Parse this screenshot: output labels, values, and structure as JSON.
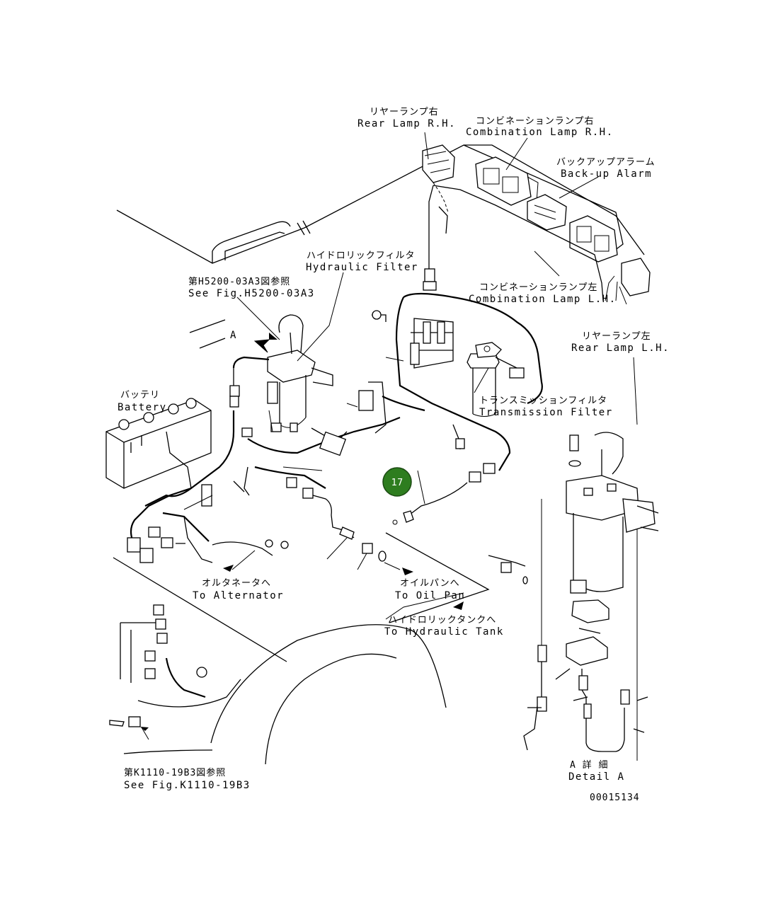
{
  "labels": {
    "rear_lamp_rh_jp": "リヤーランプ右",
    "rear_lamp_rh_en": "Rear Lamp R.H.",
    "combination_lamp_rh_jp": "コンビネーションランプ右",
    "combination_lamp_rh_en": "Combination Lamp R.H.",
    "backup_alarm_jp": "バックアップアラーム",
    "backup_alarm_en": "Back-up Alarm",
    "hydraulic_filter_jp": "ハイドロリックフィルタ",
    "hydraulic_filter_en": "Hydraulic Filter",
    "see_fig_h5200_jp": "第H5200-03A3図参照",
    "see_fig_h5200_en": "See Fig.H5200-03A3",
    "combination_lamp_lh_jp": "コンビネーションランプ左",
    "combination_lamp_lh_en": "Combination Lamp L.H.",
    "rear_lamp_lh_jp": "リヤーランプ左",
    "rear_lamp_lh_en": "Rear Lamp L.H.",
    "view_a": "A",
    "battery_jp": "バッテリ",
    "battery_en": "Battery",
    "transmission_filter_jp": "トランスミッションフィルタ",
    "transmission_filter_en": "Transmission Filter",
    "to_alternator_jp": "オルタネータへ",
    "to_alternator_en": "To Alternator",
    "to_oil_pan_jp": "オイルパンへ",
    "to_oil_pan_en": "To Oil Pan",
    "to_hydraulic_tank_jp": "ハイドロリックタンクへ",
    "to_hydraulic_tank_en": "To Hydraulic Tank",
    "see_fig_k1110_jp": "第K1110-19B3図参照",
    "see_fig_k1110_en": "See Fig.K1110-19B3",
    "detail_a_jp": "A 詳 細",
    "detail_a_en": "Detail A",
    "drawing_number": "00015134"
  },
  "callout": {
    "number": "17",
    "color": "#2e7d1f"
  }
}
